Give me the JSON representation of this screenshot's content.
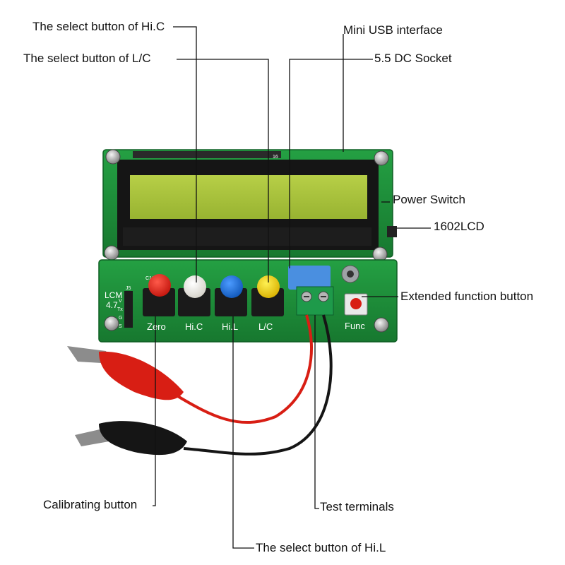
{
  "callouts": {
    "select_hic": "The select button of Hi.C",
    "select_lc": "The select button of L/C",
    "mini_usb": "Mini USB interface",
    "dc_socket": "5.5 DC Socket",
    "power_switch": "Power Switch",
    "lcd": "1602LCD",
    "extended_function": "Extended function button",
    "calibrating": "Calibrating button",
    "test_terminals": "Test terminals",
    "select_hil": "The select button of Hi.L"
  },
  "silkscreen": {
    "zero": "Zero",
    "hic": "Hi.C",
    "hil": "Hi.L",
    "lc": "L/C",
    "func": "Func",
    "lcm": "LCM",
    "ver": "4.7",
    "j5": "J5",
    "pins": [
      "V",
      "Tx",
      "G",
      "S"
    ],
    "lcd_pin": "16",
    "c16": "C16"
  },
  "colors": {
    "pcb": "#1f8f3a",
    "lcd": "#a9c43a",
    "zero_button": "#e0251b",
    "hic_button": "#f2f0ea",
    "hil_button": "#1a6fd6",
    "lc_button": "#f2cf10",
    "terminal_block": "#1e9a4a",
    "usb_socket": "#4a8fe0",
    "red_lead": "#d81e14",
    "black_lead": "#151515"
  }
}
